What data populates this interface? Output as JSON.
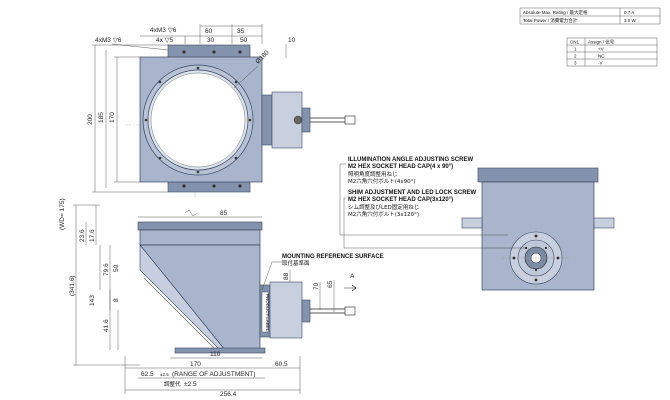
{
  "spec_table": {
    "rows": [
      {
        "label": "Absolute Max. Rating / 最大定格",
        "value": "0.7 A"
      },
      {
        "label": "Total Power / 消費電力合計",
        "value": "3.0 W"
      }
    ]
  },
  "pin_table": {
    "headers": [
      "CN1",
      "Assign / 信号"
    ],
    "rows": [
      [
        "1",
        "+V"
      ],
      [
        "2",
        "NC"
      ],
      [
        "3",
        "-V"
      ]
    ]
  },
  "top_view": {
    "dims": {
      "d4xm3": "4xM3 ▽6",
      "d4xm3_right": "4xM3 ▽6",
      "d4x5": "4x ▽5",
      "d60": "60",
      "d30": "30",
      "d35": "35",
      "d50": "50",
      "d10": "10",
      "d200": "200",
      "d185": "185",
      "d170": "170",
      "phi180": "Ø180"
    }
  },
  "side_view": {
    "dims": {
      "d85": "85",
      "wd": "(WD= 175)",
      "d23_6": "23.6",
      "d17_6": "17.6",
      "d79_6": "79.6",
      "d50": "50",
      "d341_6": "(341.6)",
      "d143": "143",
      "d41_6": "41.6",
      "d8": "8",
      "d88": "88",
      "d70": "70",
      "d65": "65",
      "arrow_a": "A",
      "d110": "110",
      "d170": "170",
      "d60_5": "60.5",
      "d62_5": "62.5",
      "tol": "±2.5",
      "range": "(RANGE OF ADJUSTMENT)",
      "range_jp": "調整代",
      "range_tol": "±2.5",
      "d256_4": "256.4"
    },
    "mounting_ref": "MOUNTING REFERENCE SURFACE",
    "mounting_ref_jp": "取付基準面",
    "label_tag": "PRODUCT LABEL"
  },
  "end_view": {
    "callout1": {
      "line1": "ILLUMINATION ANGLE ADJUSTING SCREW",
      "line2": "M2 HEX SOCKET HEAD CAP(4 x 90°)",
      "jp1": "照明角度調整用ねじ",
      "jp2": "M2六角穴付ボルト(4x90°)"
    },
    "callout2": {
      "line1": "SHIM ADJUSTMENT AND LED LOCK SCREW",
      "line2": "M2 HEX SOCKET HEAD CAP(3x120°)",
      "jp1": "シム調整及びLED固定用ねじ",
      "jp2": "M2六角穴付ボルト(3x120°)"
    }
  }
}
